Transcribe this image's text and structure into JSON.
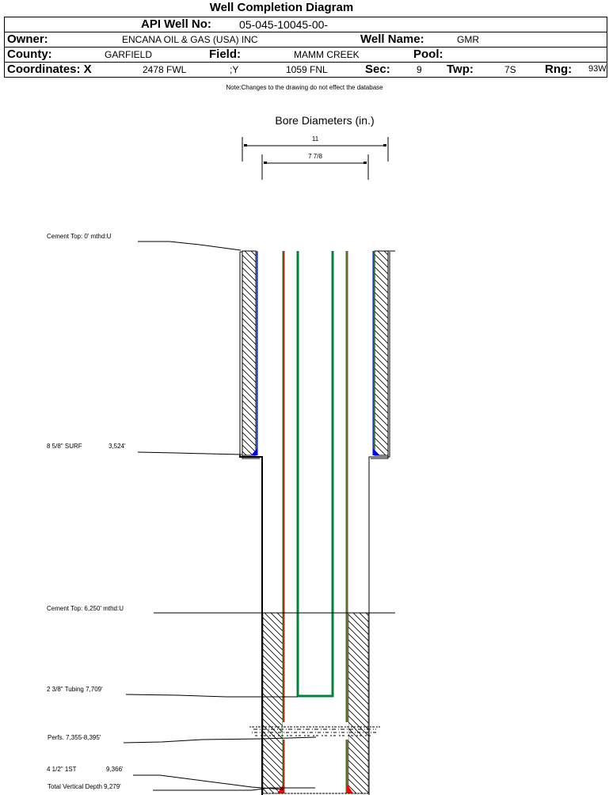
{
  "header": {
    "title": "Well Completion Diagram",
    "api_label": "API Well No:",
    "api_value": "05-045-10045-00-",
    "owner_label": "Owner:",
    "owner_value": "ENCANA OIL & GAS (USA) INC",
    "well_name_label": "Well Name:",
    "well_name_value": "GMR",
    "county_label": "County:",
    "county_value": "GARFIELD",
    "field_label": "Field:",
    "field_value": "MAMM CREEK",
    "pool_label": "Pool:",
    "pool_value": "",
    "coord_x_label": "Coordinates: X",
    "coord_x_value": "2478 FWL",
    "coord_y_label": ";Y",
    "coord_y_value": "1059 FNL",
    "sec_label": "Sec:",
    "sec_value": "9",
    "twp_label": "Twp:",
    "twp_value": "7S",
    "rng_label": "Rng:",
    "rng_value": "93W"
  },
  "note": "Note:Changes to the drawing do not effect the database",
  "diagram": {
    "title": "Bore Diameters (in.)",
    "bore_diameters": [
      "11",
      "7 7/8"
    ],
    "labels": {
      "cement_top_1": "Cement Top: 0' mthd:U",
      "surface_casing_name": "8 5/8\" SURF",
      "surface_casing_depth": "3,524'",
      "cement_top_2": "Cement Top: 6,250' mthd:U",
      "tubing": "2 3/8\" Tubing 7,709'",
      "perfs": "Perfs. 7,355-8,395'",
      "production_casing_name": "4 1/2\" 1ST",
      "production_casing_depth": "9,366'",
      "tvd": "Total Vertical Depth 9,279'"
    },
    "colors": {
      "casing_outer": "#2e7d32",
      "casing_inner_red": "#ff0000",
      "casing_inner_blue": "#0000ff",
      "tubing": "#00843d",
      "production_casing_brown": "#a0522d"
    }
  }
}
